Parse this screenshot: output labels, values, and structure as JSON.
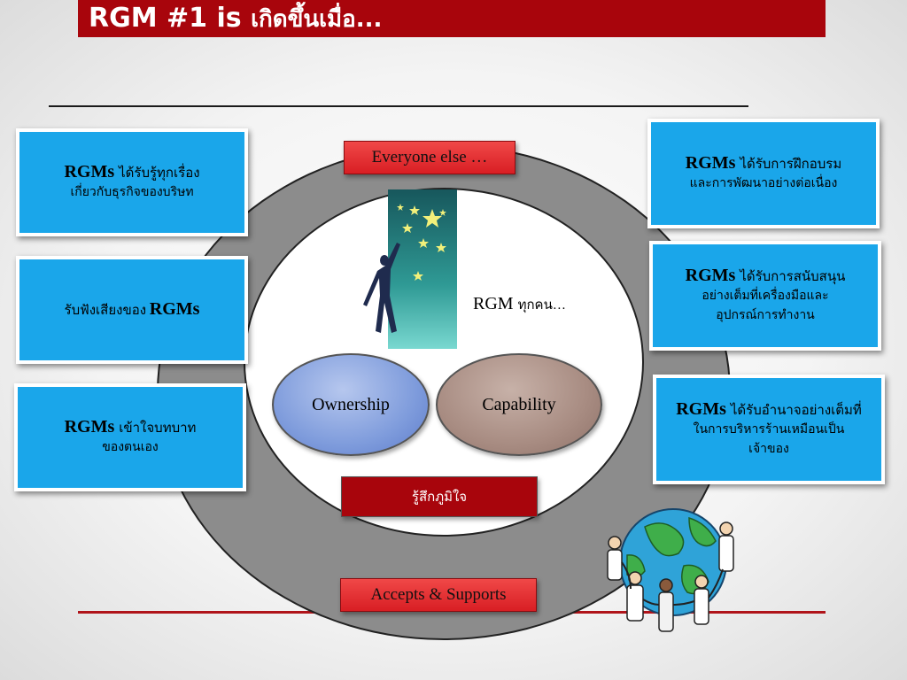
{
  "title": {
    "prefix": "RGM #1 is ",
    "suffix": "เกิดขึ้นเมื่อ..."
  },
  "center": {
    "everyone_else": "Everyone else …",
    "rgm_label_main": "RGM ",
    "rgm_label_thai": "ทุกคน…",
    "ownership": "Ownership",
    "capability": "Capability",
    "pride": "รู้สึกภูมิใจ",
    "accepts_supports": "Accepts & Supports"
  },
  "left_boxes": [
    {
      "bold": "RGMs ",
      "line1": "ได้รับรู้ทุกเรื่อง",
      "line2": "เกี่ยวกับธุรกิจของบริษท"
    },
    {
      "line1": "รับฟังเสียงของ ",
      "bold": "RGMs"
    },
    {
      "bold": "RGMs ",
      "line1": "เข้าใจบทบาท",
      "line2": "ของตนเอง"
    }
  ],
  "right_boxes": [
    {
      "bold": "RGMs ",
      "line1": "ได้รับการฝึกอบรม",
      "line2": "และการพัฒนาอย่างต่อเนื่อง"
    },
    {
      "bold": "RGMs ",
      "line1": "ได้รับการสนับสนุน",
      "line2": "อย่างเต็มที่เครื่องมือและ",
      "line3": "อุปกรณ์การทำงาน"
    },
    {
      "bold": "RGMs ",
      "line1": "ได้รับอำนาจอย่างเต็มที่",
      "line2": "ในการบริหารร้านเหมือนเป็น",
      "line3": "เจ้าของ"
    }
  ],
  "colors": {
    "title_bar": "#a8050c",
    "box_blue": "#1aa6ea",
    "label_red": "#d81e24",
    "ring_gray": "#8c8c8c"
  },
  "icons": [
    "star-reach-figure-icon",
    "globe-people-icon"
  ]
}
